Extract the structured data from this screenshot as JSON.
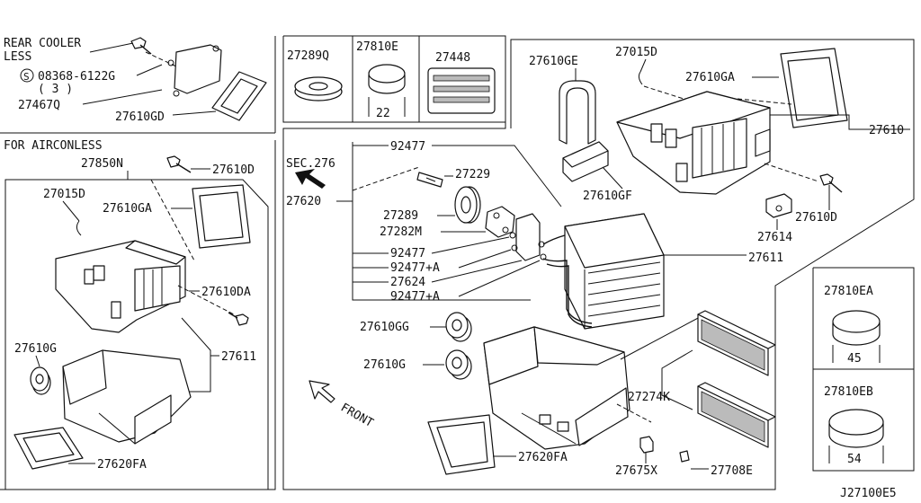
{
  "diagram_id": "J27100E5",
  "panels": {
    "rear_cooler": {
      "title_line1": "REAR COOLER",
      "title_line2": "LESS"
    },
    "airconless": {
      "title": "FOR AIRCONLESS"
    },
    "cap_45": {
      "size": "45"
    },
    "cap_54": {
      "size": "54"
    },
    "grommet_size": "22"
  },
  "screw_symbol": "S",
  "labels": {
    "screw_no": "08368-6122G",
    "screw_qty": "( 3 )",
    "p27467Q": "27467Q",
    "p27610GD": "27610GD",
    "p27289Q": "27289Q",
    "p27810E": "27810E",
    "p27448": "27448",
    "p27850N": "27850N",
    "p27610D_left": "27610D",
    "p27015D_left": "27015D",
    "p27610GA_left": "27610GA",
    "p27610DA": "27610DA",
    "p27610G_left": "27610G",
    "p27611_left": "27611",
    "p27620FA_left": "27620FA",
    "sec276": "SEC.276",
    "p27620": "27620",
    "p92477_top": "92477",
    "p27229": "27229",
    "p27289": "27289",
    "p27282M": "27282M",
    "p92477_b": "92477",
    "p92477A_1": "92477+A",
    "p27624": "27624",
    "p92477A_2": "92477+A",
    "p27610GG": "27610GG",
    "p27610G_mid": "27610G",
    "front": "FRONT",
    "p27620FA_mid": "27620FA",
    "p27675X": "27675X",
    "p27708E": "27708E",
    "p27274K": "27274K",
    "p27610GE": "27610GE",
    "p27015D_right": "27015D",
    "p27610GA_right": "27610GA",
    "p27610": "27610",
    "p27610GF": "27610GF",
    "p27610D_right": "27610D",
    "p27614": "27614",
    "p27611_right": "27611",
    "p27810EA": "27810EA",
    "p27810EB": "27810EB"
  }
}
